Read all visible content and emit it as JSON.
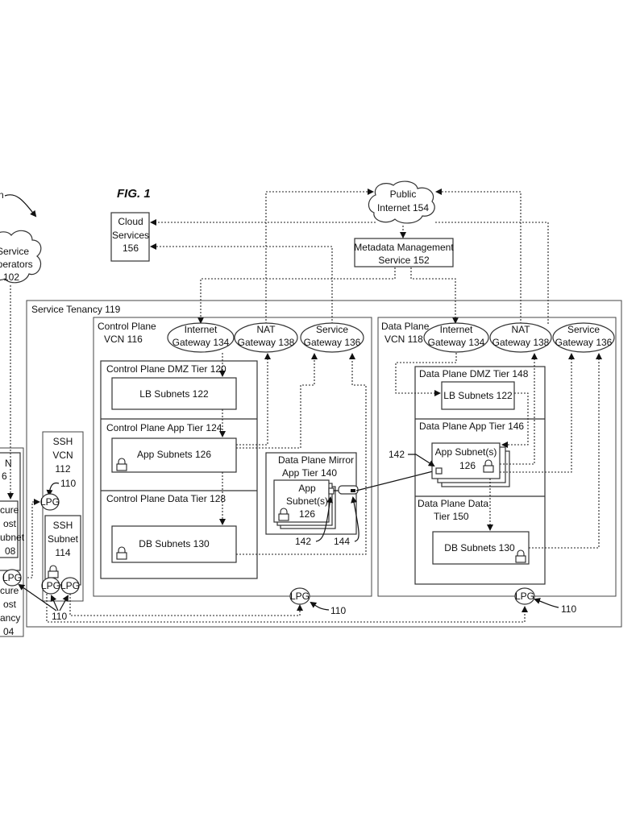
{
  "figure": {
    "title": "FIG. 1",
    "ref_partial": "n"
  },
  "external": {
    "service_operators": [
      "Service",
      "Operators",
      "102"
    ],
    "cloud_services": [
      "Cloud",
      "Services",
      "156"
    ],
    "public_internet": [
      "Public",
      "Internet 154"
    ],
    "metadata_service": [
      "Metadata Management",
      "Service 152"
    ]
  },
  "customer_side": {
    "vcn_partial": [
      "N",
      "6"
    ],
    "secure_host_subnet": [
      "cure",
      "ost",
      "ubnet",
      "08"
    ],
    "secure_host_tenancy": [
      "cure",
      "ost",
      "ancy",
      "04"
    ],
    "lpg": "LPG"
  },
  "service_tenancy": {
    "title": "Service Tenancy 119",
    "ssh_vcn": {
      "title": [
        "SSH",
        "VCN",
        "112"
      ],
      "ref": "110",
      "lpg": "LPG",
      "subnet": [
        "SSH",
        "Subnet",
        "114"
      ],
      "lpg_left": "LPG",
      "lpg_right": "LPG",
      "ref_bottom": "110"
    },
    "control_plane": {
      "title": [
        "Control Plane",
        "VCN 116"
      ],
      "internet_gateway": [
        "Internet",
        "Gateway 134"
      ],
      "nat_gateway": [
        "NAT",
        "Gateway 138"
      ],
      "service_gateway": [
        "Service",
        "Gateway 136"
      ],
      "dmz_tier": "Control Plane DMZ Tier 120",
      "lb_subnets": "LB Subnets 122",
      "app_tier": "Control Plane App Tier 124",
      "app_subnets": "App Subnets 126",
      "data_tier": "Control Plane Data Tier 128",
      "db_subnets": "DB Subnets 130",
      "mirror_tier": [
        "Data Plane Mirror",
        "App Tier 140"
      ],
      "mirror_subnet": [
        "App",
        "Subnet(s)",
        "126"
      ],
      "ref_142": "142",
      "ref_144": "144",
      "lpg": "LPG",
      "lpg_ref": "110"
    },
    "data_plane": {
      "title": [
        "Data Plane",
        "VCN 118"
      ],
      "internet_gateway": [
        "Internet",
        "Gateway 134"
      ],
      "nat_gateway": [
        "NAT",
        "Gateway 138"
      ],
      "service_gateway": [
        "Service",
        "Gateway 136"
      ],
      "dmz_tier": "Data Plane DMZ Tier 148",
      "lb_subnets": "LB Subnets 122",
      "app_tier": "Data Plane App Tier 146",
      "app_subnets": [
        "App Subnet(s)",
        "126"
      ],
      "ref_142": "142",
      "data_tier": [
        "Data Plane Data",
        "Tier 150"
      ],
      "db_subnets": "DB Subnets 130",
      "lpg": "LPG",
      "lpg_ref": "110"
    }
  }
}
